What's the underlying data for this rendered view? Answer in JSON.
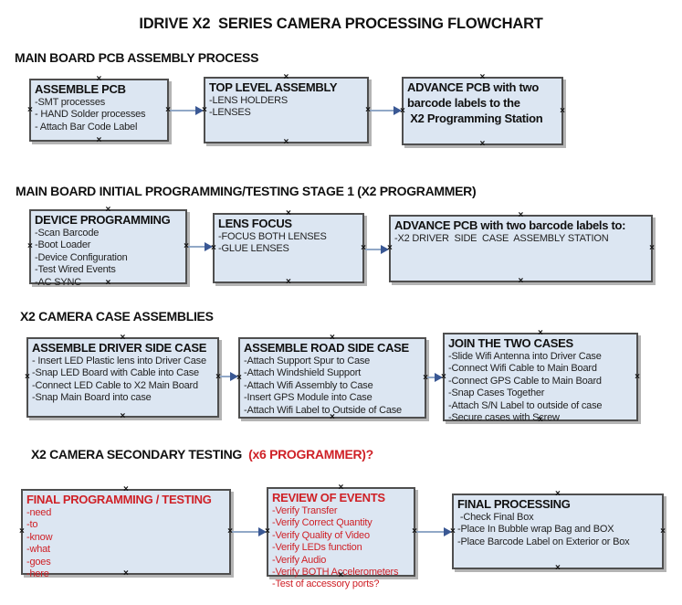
{
  "page": {
    "title": "IDRIVE X2  SERIES CAMERA PROCESSING FLOWCHART"
  },
  "decor": {
    "handle": "×"
  },
  "colors": {
    "box_fill": "#dce6f2",
    "box_border": "#4f4f4f",
    "arrow_line": "#91a8c7",
    "arrow_head": "#3a5894",
    "red": "#cf2127"
  },
  "sections": [
    {
      "heading": "MAIN BOARD PCB ASSEMBLY PROCESS"
    },
    {
      "heading": "MAIN BOARD INITIAL PROGRAMMING/TESTING STAGE 1 (X2 PROGRAMMER)"
    },
    {
      "heading": "X2 CAMERA CASE ASSEMBLIES"
    },
    {
      "heading": "X2 CAMERA SECONDARY TESTING",
      "heading_red": "  (x6 PROGRAMMER)?"
    }
  ],
  "boxes": {
    "a1": {
      "heading": "ASSEMBLE PCB",
      "lines": [
        "-SMT processes",
        "- HAND Solder processes",
        "- Attach Bar Code Label"
      ]
    },
    "a2": {
      "heading": "TOP LEVEL ASSEMBLY",
      "lines": [
        "-LENS HOLDERS",
        "-LENSES"
      ]
    },
    "a3": {
      "heading": "ADVANCE PCB with two",
      "lines": [
        "barcode labels to the",
        " X2 Programming Station"
      ]
    },
    "b1": {
      "heading": "DEVICE PROGRAMMING",
      "lines": [
        "-Scan Barcode",
        "-Boot Loader",
        "-Device Configuration",
        "-Test Wired Events",
        "-AC SYNC"
      ]
    },
    "b2": {
      "heading": "LENS FOCUS",
      "lines": [
        "-FOCUS BOTH LENSES",
        "-GLUE LENSES"
      ]
    },
    "b3": {
      "heading": "ADVANCE PCB with two barcode labels to:",
      "lines": [
        "-X2 DRIVER  SIDE  CASE  ASSEMBLY STATION"
      ]
    },
    "c1": {
      "heading": "ASSEMBLE DRIVER SIDE CASE",
      "lines": [
        "- Insert LED Plastic lens into Driver Case",
        "-Snap LED Board with Cable into Case",
        "-Connect LED Cable to X2 Main Board",
        "-Snap Main Board into case"
      ]
    },
    "c2": {
      "heading": "ASSEMBLE ROAD SIDE CASE",
      "lines": [
        "-Attach Support Spur to Case",
        "-Attach Windshield Support",
        "-Attach Wifi Assembly to Case",
        "-Insert GPS Module into Case",
        "-Attach Wifi Label to Outside of Case"
      ]
    },
    "c3": {
      "heading": "JOIN THE TWO CASES",
      "lines": [
        "-Slide Wifi Antenna into Driver Case",
        "-Connect Wifi Cable to Main Board",
        "-Connect GPS Cable to Main Board",
        "-Snap Cases Together",
        "-Attach S/N Label to outside of case",
        "-Secure cases with Screw"
      ]
    },
    "d1": {
      "heading": "FINAL PROGRAMMING / TESTING",
      "lines": [
        "-need",
        "-to",
        "-know",
        "-what",
        "-goes",
        "-here"
      ]
    },
    "d2": {
      "heading": "REVIEW OF EVENTS",
      "lines": [
        "-Verify Transfer",
        "-Verify Correct Quantity",
        "-Verify Quality of Video",
        "-Verify LEDs function",
        "-Verify Audio",
        "-Verify BOTH Accelerometers",
        "-Test of accessory ports?"
      ]
    },
    "d3": {
      "heading": "FINAL PROCESSING",
      "lines": [
        " -Check Final Box",
        "-Place In Bubble wrap Bag and BOX",
        "-Place Barcode Label on Exterior or Box"
      ]
    }
  }
}
